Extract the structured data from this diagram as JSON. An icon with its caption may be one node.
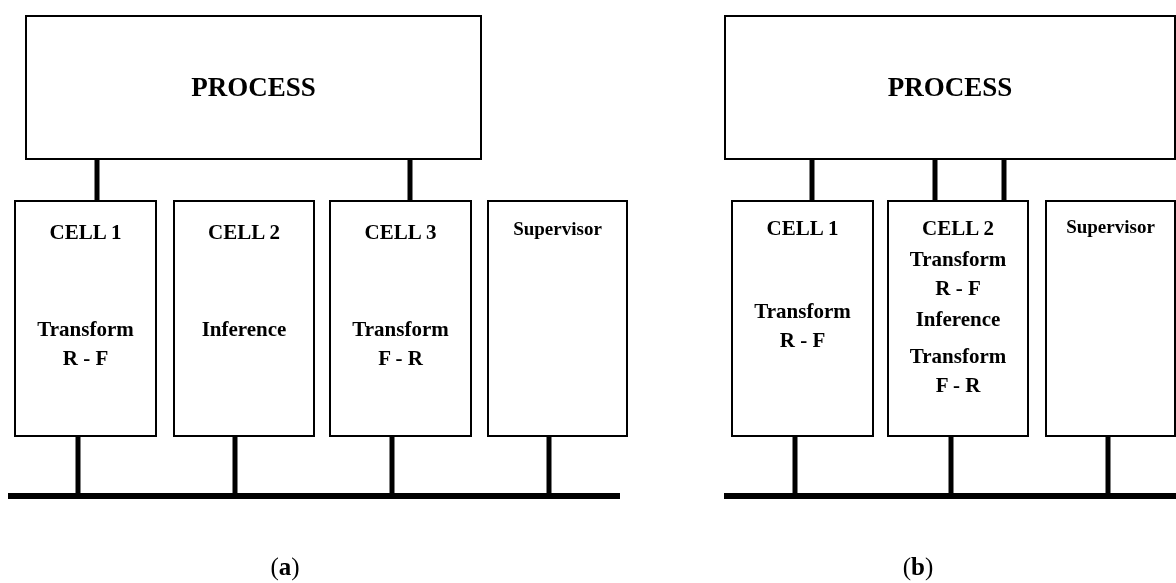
{
  "diagram": {
    "nodes": [
      {
        "text": [
          "PROCESS"
        ]
      },
      {
        "text": [
          "CELL 1",
          "Transform R - F"
        ]
      },
      {
        "text": [
          "CELL 2",
          "Inference"
        ]
      },
      {
        "text": [
          "CELL 3",
          "Transform F - R"
        ]
      },
      {
        "text": [
          "Supervisor"
        ]
      },
      {
        "text": [],
        "shape": "bar"
      },
      {
        "text": [
          "PROCESS"
        ]
      },
      {
        "text": [
          "CELL 1",
          "Transform R - F"
        ]
      },
      {
        "text": [
          "CELL 2",
          "Transform R - F",
          "Inference",
          "Transform F - R"
        ]
      },
      {
        "text": [
          "Supervisor"
        ]
      },
      {
        "text": [],
        "shape": "bar"
      }
    ],
    "edges": [
      {
        "from": 0,
        "to": 1,
        "arrow": "none"
      },
      {
        "from": 0,
        "to": 3,
        "arrow": "none"
      },
      {
        "from": 1,
        "to": 5,
        "arrow": "none"
      },
      {
        "from": 2,
        "to": 5,
        "arrow": "none"
      },
      {
        "from": 3,
        "to": 5,
        "arrow": "none"
      },
      {
        "from": 4,
        "to": 5,
        "arrow": "none"
      },
      {
        "from": 6,
        "to": 7,
        "arrow": "none"
      },
      {
        "from": 6,
        "to": 8,
        "arrow": "none"
      },
      {
        "from": 6,
        "to": 8,
        "arrow": "none"
      },
      {
        "from": 7,
        "to": 10,
        "arrow": "none"
      },
      {
        "from": 8,
        "to": 10,
        "arrow": "none"
      },
      {
        "from": 9,
        "to": 10,
        "arrow": "none"
      }
    ],
    "labels": [
      "(**a**)",
      "(**b**)"
    ]
  }
}
